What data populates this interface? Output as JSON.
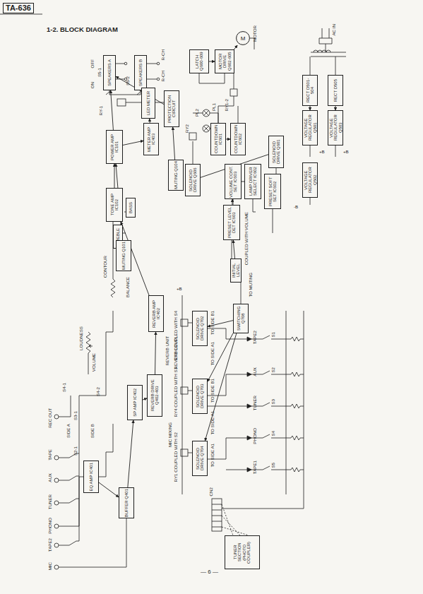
{
  "diagram": {
    "title": "1-2. BLOCK DIAGRAM",
    "nodes": [
      {
        "text": [
          "SPEAKERS A"
        ]
      },
      {
        "text": [
          "SPEAKERS B"
        ]
      },
      {
        "text": [
          "PROTECTION CIRCUIT"
        ]
      },
      {
        "text": [
          "LED METER"
        ]
      },
      {
        "text": [
          "METER AMP IC403"
        ]
      },
      {
        "text": [
          "POWER AMP IC101"
        ]
      },
      {
        "text": [
          "MUTING Q104"
        ]
      },
      {
        "text": [
          "TONE AMP IC102"
        ]
      },
      {
        "text": [
          "BASS"
        ]
      },
      {
        "text": [
          "TREBLE"
        ]
      },
      {
        "text": [
          "MUTING Q101"
        ]
      },
      {
        "text": [
          "REVERB AMP IC402"
        ]
      },
      {
        "text": [
          "REVERB DRIVE Q402-403"
        ]
      },
      {
        "text": [
          "SP AMP IC402"
        ]
      },
      {
        "text": [
          "BUFFER Q401"
        ]
      },
      {
        "text": [
          "EQ AMP IC401"
        ]
      },
      {
        "text": [
          "LATCH Q600-609"
        ]
      },
      {
        "text": [
          "MOTOR DRIVE Q602-605"
        ]
      },
      {
        "text": [
          "M"
        ]
      },
      {
        "text": [
          "SOLENOID DRIVE Q606"
        ]
      },
      {
        "text": [
          "COUNTDOWN IC601"
        ]
      },
      {
        "text": [
          "COUNTDOWN IC602"
        ]
      },
      {
        "text": [
          "VOLUME CONT. SET IC603"
        ]
      },
      {
        "text": [
          "LAMP DRIVER SELECT IC602"
        ]
      },
      {
        "text": [
          "SOLENOID DRIVE Q601"
        ]
      },
      {
        "text": [
          "PRESET SOFT SET IC602"
        ]
      },
      {
        "text": [
          "PRESET LEVEL DET IC603"
        ]
      },
      {
        "text": [
          "INITIAL LEVEL"
        ]
      },
      {
        "text": [
          "RECT D501-504"
        ]
      },
      {
        "text": [
          "VOLTAGE REGULATOR Q501"
        ]
      },
      {
        "text": [
          "RECT D505"
        ]
      },
      {
        "text": [
          "VOLTAGE REGULATOR Q503"
        ]
      },
      {
        "text": [
          "VOLTAGE REGULATOR Q502"
        ]
      },
      {
        "text": [
          "SOLENOID DRIVE Q702"
        ]
      },
      {
        "text": [
          "SWITCHING Q708"
        ]
      },
      {
        "text": [
          "SOLENOID DRIVE Q703"
        ]
      },
      {
        "text": [
          "SOLENOID DRIVE Q704"
        ]
      },
      {
        "text": [
          "TUNER SECTION (PHOTO COUPLER)"
        ]
      }
    ],
    "edges": [
      {
        "from": 15,
        "to": 14,
        "arrow": "to"
      },
      {
        "from": 14,
        "to": 13,
        "arrow": "to"
      },
      {
        "from": 13,
        "to": 12,
        "arrow": "to"
      },
      {
        "from": 12,
        "to": 11,
        "arrow": "to"
      },
      {
        "from": 11,
        "to": 7,
        "arrow": "to"
      },
      {
        "from": 7,
        "to": 5,
        "arrow": "to"
      },
      {
        "from": 10,
        "to": 5,
        "arrow": "to"
      },
      {
        "from": 5,
        "to": 4,
        "arrow": "to"
      },
      {
        "from": 4,
        "to": 3,
        "arrow": "to"
      },
      {
        "from": 5,
        "to": 0,
        "arrow": "to"
      },
      {
        "from": 2,
        "to": 0,
        "arrow": "to"
      },
      {
        "from": 6,
        "to": 2,
        "arrow": "to"
      },
      {
        "from": 16,
        "to": 17,
        "arrow": "to"
      },
      {
        "from": 17,
        "to": 18,
        "arrow": "to"
      },
      {
        "from": 20,
        "to": 21,
        "arrow": "to"
      },
      {
        "from": 22,
        "to": 23,
        "arrow": "none"
      },
      {
        "from": 26,
        "to": 22,
        "arrow": "to"
      },
      {
        "from": 27,
        "to": 26,
        "arrow": "to"
      },
      {
        "from": 24,
        "to": 19,
        "arrow": "none"
      },
      {
        "from": 28,
        "to": 29,
        "arrow": "to"
      },
      {
        "from": 30,
        "to": 31,
        "arrow": "to"
      },
      {
        "from": 34,
        "to": 33,
        "arrow": "to"
      },
      {
        "from": 34,
        "to": 35,
        "arrow": "to"
      },
      {
        "from": 34,
        "to": 36,
        "arrow": "to"
      }
    ],
    "labels": [
      "TA-636",
      "— 6 —",
      "R-CH",
      "R-CH",
      "S5-1",
      "S5-2",
      "OFF",
      "ON",
      "RY-1",
      "REC OUT",
      "TAPE",
      "AUX",
      "TUNER",
      "PHONO",
      "TAPE2",
      "MIC",
      "S4-1",
      "S3-1",
      "SIDE A",
      "SIDE B",
      "S2-1",
      "S4-2",
      "LOUDNESS",
      "VOLUME",
      "CONTOUR",
      "BALANCE",
      "REVERB UNIT",
      "REVERB LEVEL",
      "MIC MIXING",
      "MOTOR",
      "PL1",
      "PL2",
      "RY2",
      "RY1-2",
      "COUPLED WITH VOLUME",
      "AC IN",
      "+B",
      "+B",
      "-B",
      "TO MUTING",
      "+B",
      "RY3 COUPLED WITH S4",
      "RY4 COUPLED WITH S3",
      "RY1 COUPLED WITH S2",
      "TO SIDE B1",
      "TO SIDE A1",
      "TO SIDE B1",
      "TO SIDE A1",
      "TO SIDE A1",
      "TAPE2",
      "S1",
      "AUX",
      "S2",
      "TUNER",
      "S3",
      "PHONO",
      "S4",
      "TAPE1",
      "S5",
      "CN2"
    ]
  }
}
